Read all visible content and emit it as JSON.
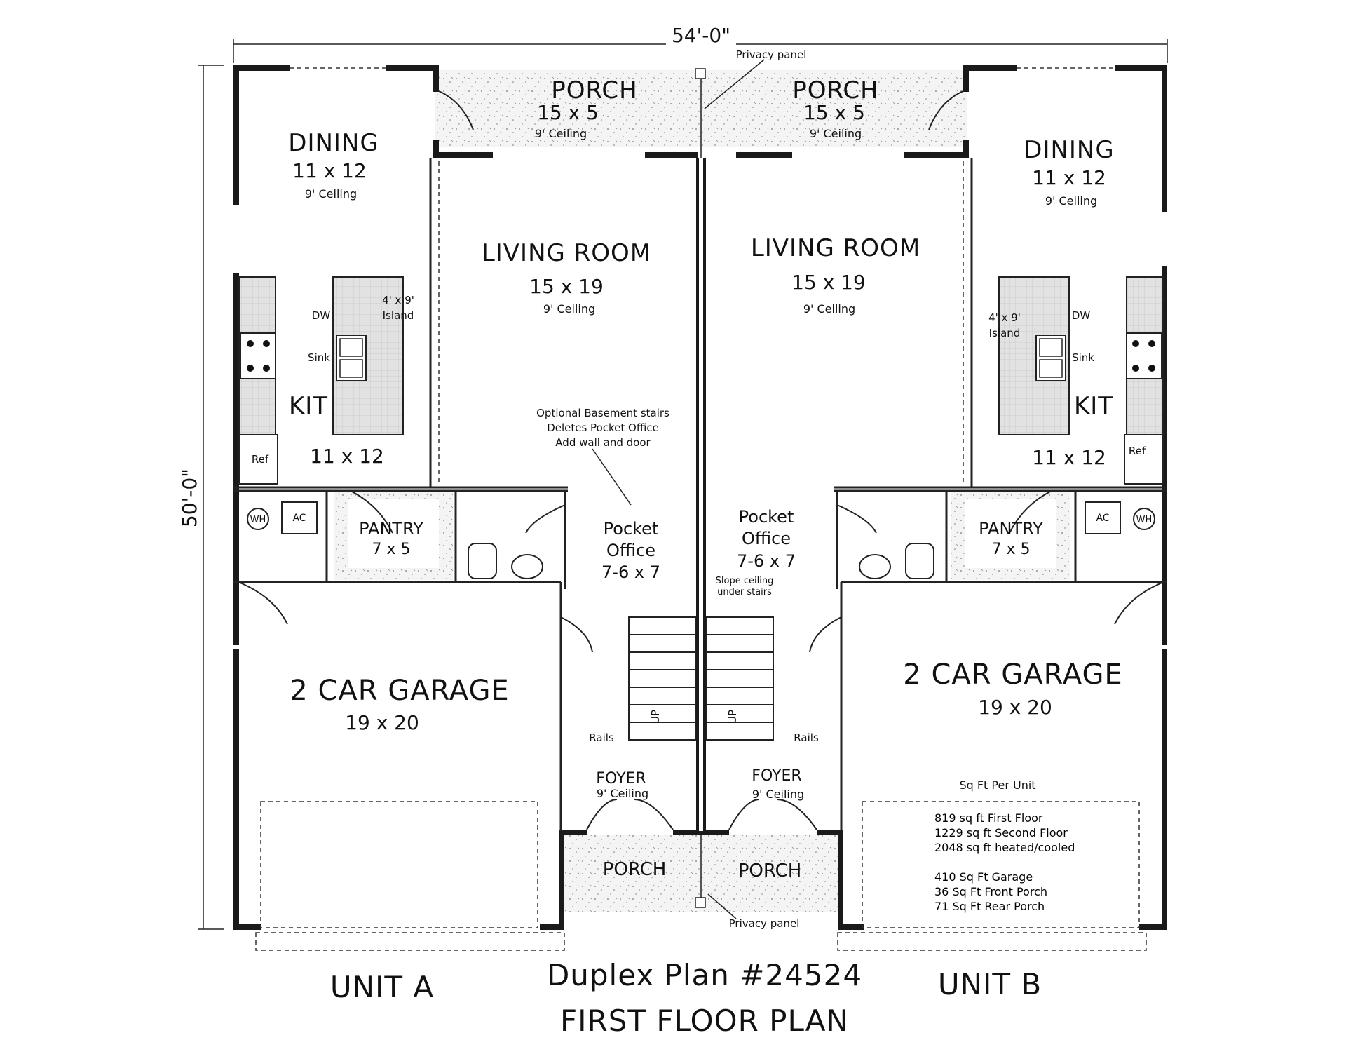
{
  "overall": {
    "width_dim": "54'-0\"",
    "depth_dim": "50'-0\""
  },
  "notes": {
    "privacy_panel_top": "Privacy panel",
    "privacy_panel_bottom": "Privacy panel",
    "basement_note": [
      "Optional Basement stairs",
      "Deletes Pocket Office",
      "Add wall and door"
    ],
    "slope_note": [
      "Slope ceiling",
      "under stairs"
    ]
  },
  "unit_a": {
    "unit_label": "UNIT A",
    "porch": {
      "name": "PORCH",
      "size": "15 x 5",
      "ceiling": "9' Ceiling"
    },
    "dining": {
      "name": "DINING",
      "size": "11 x 12",
      "ceiling": "9' Ceiling"
    },
    "living": {
      "name": "LIVING ROOM",
      "size": "15 x 19",
      "ceiling": "9' Ceiling"
    },
    "kitchen": {
      "name": "KIT",
      "size": "11 x 12",
      "island": [
        "4' x 9'",
        "Island"
      ],
      "dw": "DW",
      "sink": "Sink",
      "ref": "Ref"
    },
    "utility": {
      "wh": "WH",
      "ac": "AC"
    },
    "pantry": {
      "name": "PANTRY",
      "size": "7 x 5"
    },
    "office": {
      "name1": "Pocket",
      "name2": "Office",
      "size": "7-6 x 7"
    },
    "garage": {
      "name": "2 CAR GARAGE",
      "size": "19 x 20"
    },
    "stairs": {
      "up": "UP",
      "rails": "Rails"
    },
    "foyer": {
      "name": "FOYER",
      "ceiling": "9' Ceiling"
    },
    "front_porch": {
      "name": "PORCH"
    }
  },
  "unit_b": {
    "unit_label": "UNIT B",
    "porch": {
      "name": "PORCH",
      "size": "15 x 5",
      "ceiling": "9' Ceiling"
    },
    "dining": {
      "name": "DINING",
      "size": "11 x 12",
      "ceiling": "9' Ceiling"
    },
    "living": {
      "name": "LIVING ROOM",
      "size": "15 x 19",
      "ceiling": "9' Ceiling"
    },
    "kitchen": {
      "name": "KIT",
      "size": "11 x 12",
      "island": [
        "4' x 9'",
        "Island"
      ],
      "dw": "DW",
      "sink": "Sink",
      "ref": "Ref"
    },
    "utility": {
      "wh": "WH",
      "ac": "AC"
    },
    "pantry": {
      "name": "PANTRY",
      "size": "7 x 5"
    },
    "office": {
      "name1": "Pocket",
      "name2": "Office",
      "size": "7-6 x 7"
    },
    "garage": {
      "name": "2 CAR GARAGE",
      "size": "19 x 20"
    },
    "stairs": {
      "up": "UP",
      "rails": "Rails"
    },
    "foyer": {
      "name": "FOYER",
      "ceiling": "9' Ceiling"
    },
    "front_porch": {
      "name": "PORCH"
    },
    "sqft": {
      "heading": "Sq Ft Per Unit",
      "lines": [
        "819 sq ft First Floor",
        "1229 sq ft Second Floor",
        "2048 sq ft heated/cooled",
        "",
        "410 Sq Ft Garage",
        "36 Sq Ft Front Porch",
        "71 Sq Ft Rear Porch"
      ]
    }
  },
  "title": {
    "line1": "Duplex Plan #24524",
    "line2": "FIRST FLOOR PLAN"
  }
}
